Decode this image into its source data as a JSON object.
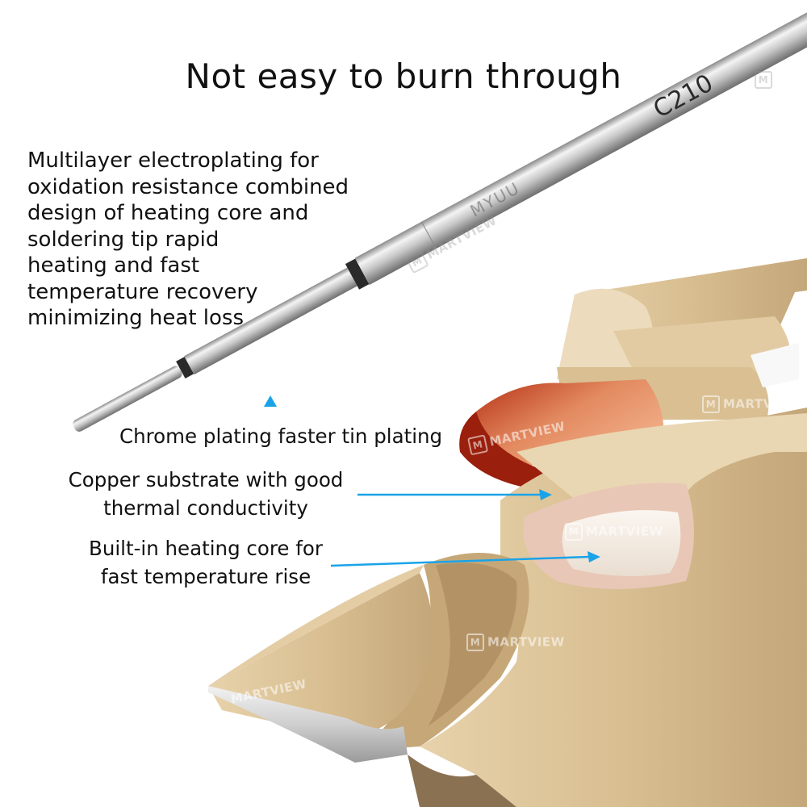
{
  "title": "Not easy to burn through",
  "intro_lines": [
    "Multilayer electroplating for",
    "oxidation resistance combined",
    "design of heating core and",
    "soldering tip rapid",
    "heating and fast",
    "temperature recovery",
    "minimizing heat loss"
  ],
  "labels": {
    "chrome": "Chrome plating faster tin plating",
    "copper_line1": "Copper substrate with good",
    "copper_line2": "thermal conductivity",
    "heating_line1": "Built-in heating core for",
    "heating_line2": "fast temperature rise"
  },
  "tip_marking": "C210",
  "watermark": "MARTVIEW",
  "colors": {
    "arrow": "#1aa3e8",
    "gold": "#d8be92",
    "copper": "#c9532a"
  }
}
